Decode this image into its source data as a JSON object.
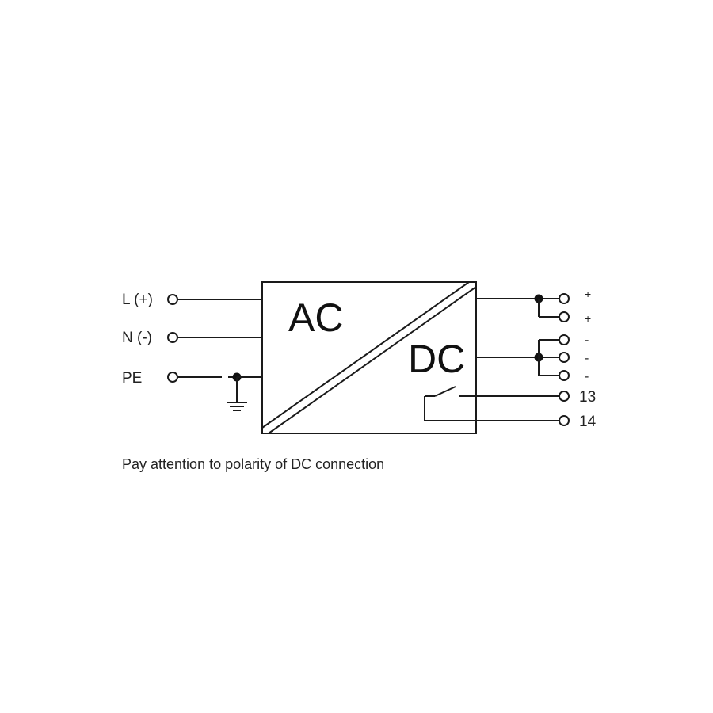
{
  "inputs": {
    "l_label": "L (+)",
    "n_label": "N (-)",
    "pe_label": "PE"
  },
  "converter": {
    "ac_label": "AC",
    "dc_label": "DC"
  },
  "outputs": {
    "plus_1": "+",
    "plus_2": "+",
    "minus_1": "-",
    "minus_2": "-",
    "minus_3": "-",
    "relay_13": "13",
    "relay_14": "14"
  },
  "note": "Pay attention to polarity of DC connection"
}
